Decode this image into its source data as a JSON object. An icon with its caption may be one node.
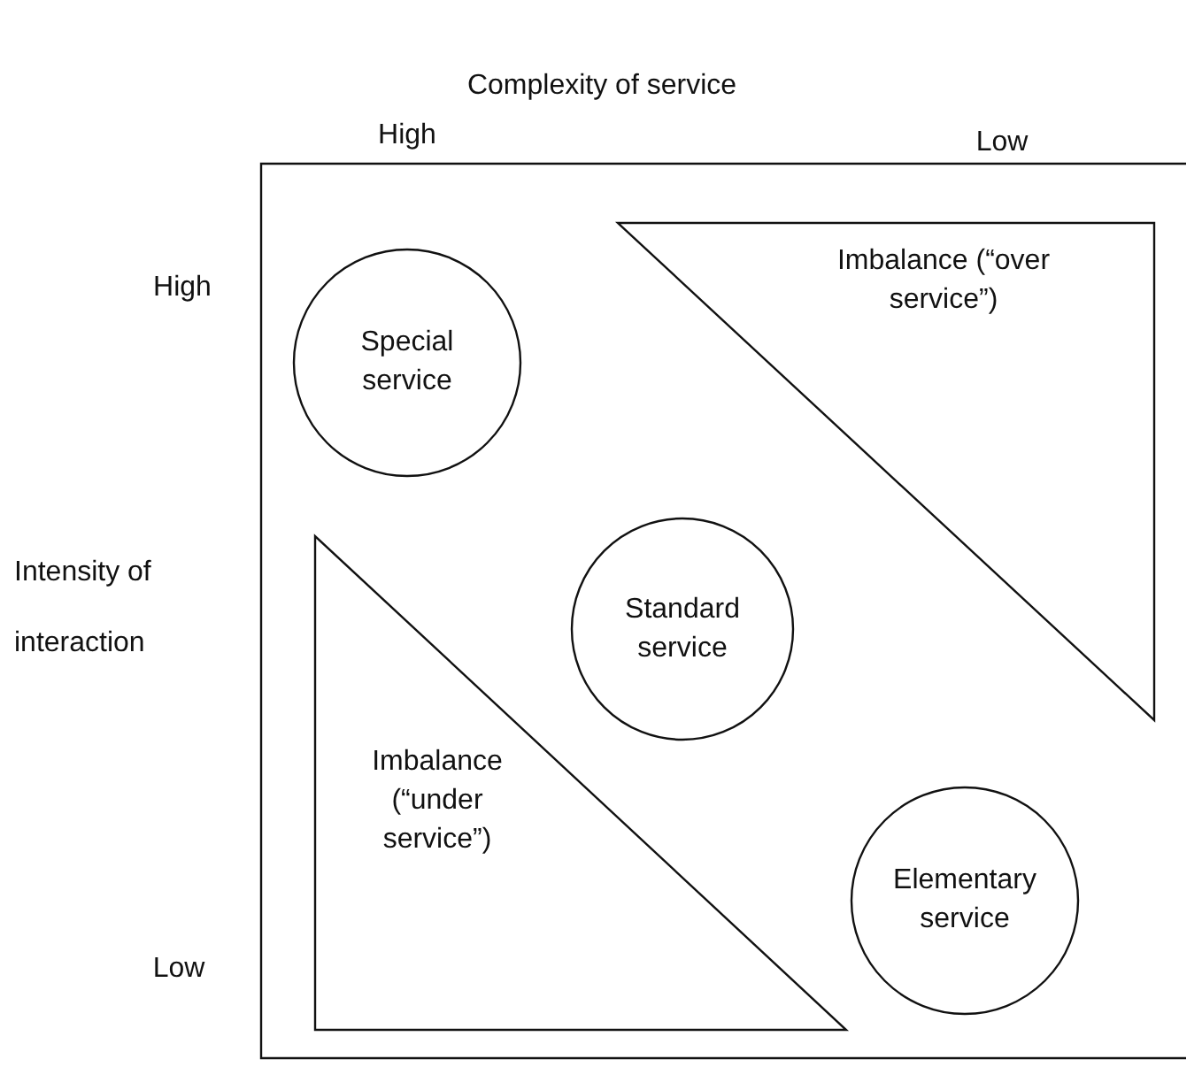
{
  "diagram": {
    "nodes": [
      {
        "text": [],
        "shape": "box"
      },
      {
        "text": [
          "Special service"
        ],
        "in": 0
      },
      {
        "text": [
          "Imbalance (“over service”)"
        ],
        "in": 0
      },
      {
        "text": [
          "Standard service"
        ],
        "in": 0
      },
      {
        "text": [
          "Imbalance (“under service”)"
        ],
        "in": 0
      },
      {
        "text": [
          "Elementary service"
        ],
        "in": 0
      }
    ],
    "edges": [],
    "labels": [
      "Complexity of service",
      "High",
      "Low",
      "High",
      "Intensity of interaction",
      "Low"
    ]
  }
}
